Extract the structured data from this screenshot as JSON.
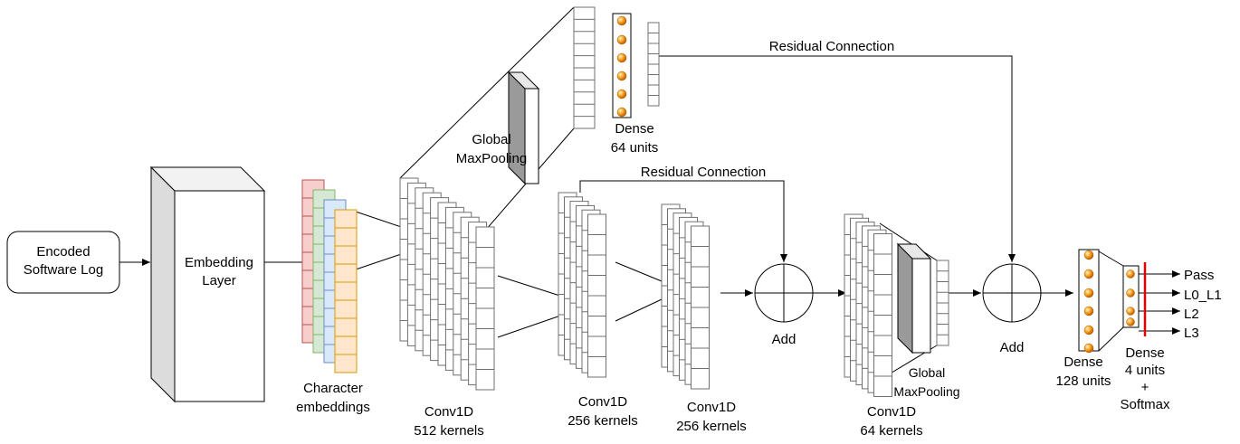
{
  "input": {
    "line1": "Encoded",
    "line2": "Software Log"
  },
  "embedding": {
    "line1": "Embedding",
    "line2": "Layer"
  },
  "char_embeddings": {
    "line1": "Character",
    "line2": "embeddings"
  },
  "conv1": {
    "line1": "Conv1D",
    "line2": "512 kernels"
  },
  "conv2": {
    "line1": "Conv1D",
    "line2": "256 kernels"
  },
  "conv3": {
    "line1": "Conv1D",
    "line2": "256 kernels"
  },
  "conv4": {
    "line1": "Conv1D",
    "line2": "64 kernels"
  },
  "gmp_top": {
    "line1": "Global",
    "line2": "MaxPooling"
  },
  "gmp_bottom": {
    "line1": "Global",
    "line2": "MaxPooling"
  },
  "dense_top": {
    "line1": "Dense",
    "line2": "64 units"
  },
  "dense_128": {
    "line1": "Dense",
    "line2": "128 units"
  },
  "dense_out": {
    "line1": "Dense",
    "line2": "4 units",
    "line3": "+",
    "line4": "Softmax"
  },
  "residual_top": "Residual Connection",
  "residual_mid": "Residual Connection",
  "add1": "Add",
  "add2": "Add",
  "outputs": [
    "Pass",
    "L0_L1",
    "L2",
    "L3"
  ],
  "colors": {
    "red": "#f8cecc",
    "red_stroke": "#b85450",
    "green": "#d5e8d4",
    "green_stroke": "#82b366",
    "blue": "#dae8fc",
    "blue_stroke": "#6c8ebf",
    "orange": "#ffe6cc",
    "orange_stroke": "#d79b00",
    "neuron": "#f5a020",
    "output_bar": "#e00000"
  }
}
